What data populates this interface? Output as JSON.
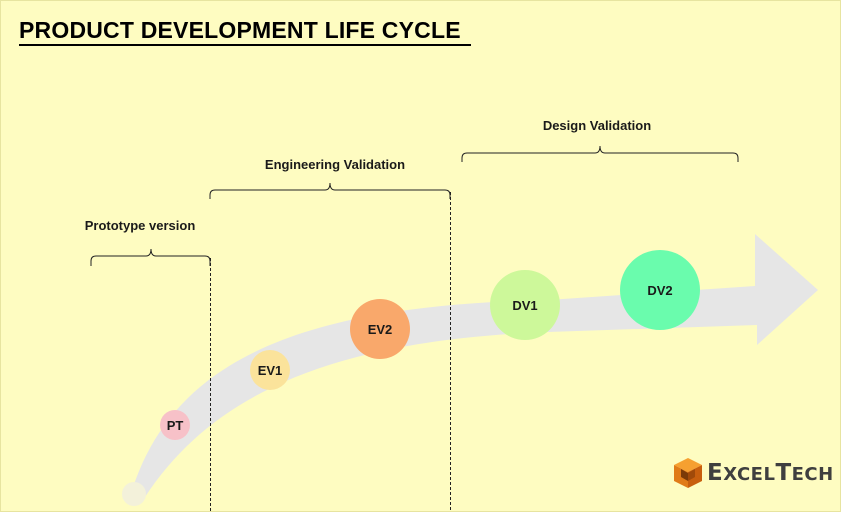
{
  "title": "PRODUCT DEVELOPMENT LIFE CYCLE",
  "stages": [
    {
      "id": "prototype",
      "label": "Prototype version"
    },
    {
      "id": "engineering",
      "label": "Engineering Validation"
    },
    {
      "id": "design",
      "label": "Design Validation"
    }
  ],
  "nodes": [
    {
      "id": "pt",
      "label": "PT",
      "color": "#f7c1c8"
    },
    {
      "id": "ev1",
      "label": "EV1",
      "color": "#fbe39b"
    },
    {
      "id": "ev2",
      "label": "EV2",
      "color": "#f9a86b"
    },
    {
      "id": "dv1",
      "label": "DV1",
      "color": "#cdf89a"
    },
    {
      "id": "dv2",
      "label": "DV2",
      "color": "#6afcad"
    }
  ],
  "arrow_color": "#e6e6e6",
  "logo": {
    "text_big_e": "E",
    "text_xcel": "XCEL",
    "text_big_t": "T",
    "text_ech": "ECH",
    "icon": "cube-logo-icon"
  }
}
